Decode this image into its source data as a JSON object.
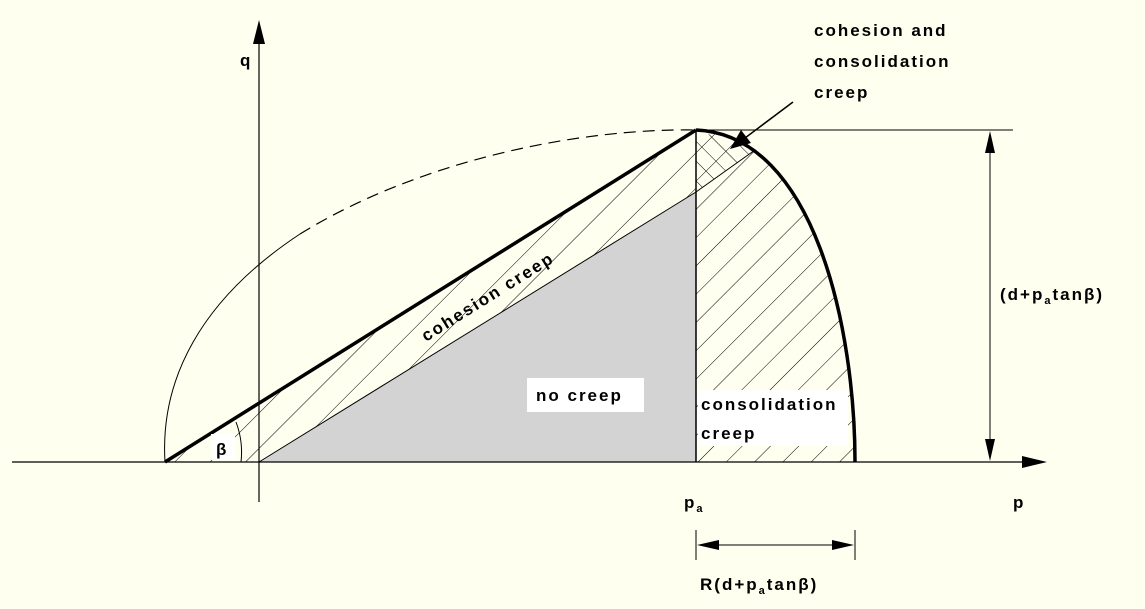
{
  "colors": {
    "background": "#fffff0",
    "no_creep_fill": "#d3d3d3",
    "line": "#000000"
  },
  "axes": {
    "q_label": "q",
    "p_label": "p",
    "pa_label": "p",
    "pa_subscript": "a"
  },
  "regions": {
    "cohesion_creep": "cohesion creep",
    "no_creep": "no creep",
    "consolidation_creep_line1": "consolidation",
    "consolidation_creep_line2": "creep"
  },
  "callout": {
    "line1": "cohesion and",
    "line2": "consolidation",
    "line3": "creep"
  },
  "angle": {
    "beta": "β"
  },
  "dimensions": {
    "height_open": "(d+p",
    "height_sub": "a",
    "height_close": "tanβ)",
    "width_open": "R(d+p",
    "width_sub": "a",
    "width_close": "tanβ)"
  }
}
